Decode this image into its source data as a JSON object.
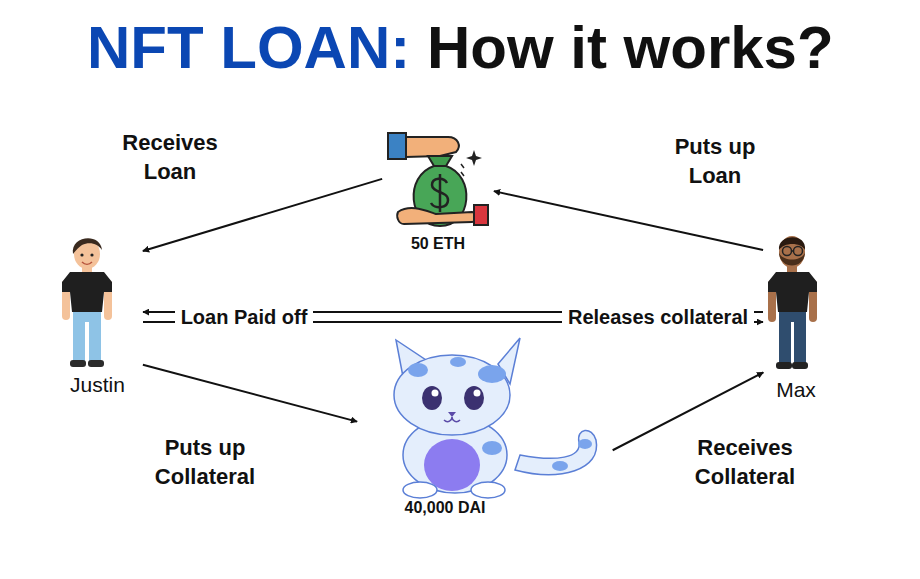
{
  "diagram": {
    "title": "NFT LOAN: How it works?",
    "nodes": [
      {
        "text": [
          "50 ETH"
        ]
      },
      {
        "text": [
          "Justin"
        ]
      },
      {
        "text": [
          "Max"
        ]
      },
      {
        "text": [
          "40,000 DAI"
        ]
      }
    ],
    "edges": [
      {
        "from": 0,
        "to": 1,
        "arrow": "to",
        "label": "Receives Loan"
      },
      {
        "from": 2,
        "to": 0,
        "arrow": "to",
        "label": "Puts up Loan"
      },
      {
        "from": 1,
        "to": 3,
        "arrow": "to",
        "label": "Puts up Collateral"
      },
      {
        "from": 3,
        "to": 2,
        "arrow": "to",
        "label": "Receives Collateral"
      },
      {
        "from": 1,
        "to": 2,
        "arrow": "to",
        "label": "Loan Paid off"
      },
      {
        "from": 2,
        "to": 1,
        "arrow": "to",
        "label": "Releases collateral"
      }
    ]
  }
}
